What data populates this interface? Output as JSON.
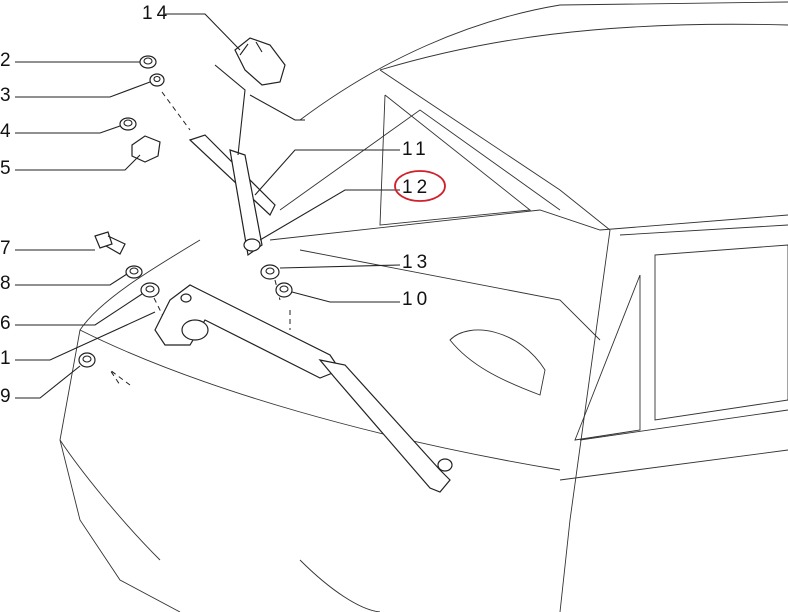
{
  "diagram": {
    "labels": {
      "p14": "14",
      "p2": "2",
      "p3": "3",
      "p4": "4",
      "p5": "5",
      "p7": "7",
      "p8": "8",
      "p6": "6",
      "p1": "1",
      "p9": "9",
      "p11": "11",
      "p12": "12",
      "p13": "13",
      "p10": "10"
    },
    "highlight": {
      "label": "12",
      "color": "#d0202a"
    }
  }
}
